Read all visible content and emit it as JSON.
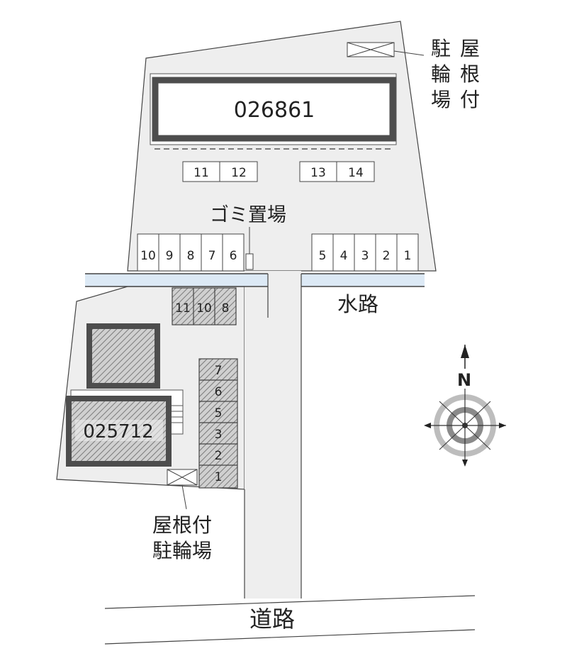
{
  "buildings": {
    "main": "026861",
    "secondary": "025712"
  },
  "labels": {
    "garbage": "ゴミ置場",
    "waterway": "水路",
    "road": "道路",
    "bike_shelter_top": [
      "駐",
      "輪",
      "場",
      "屋",
      "根",
      "付"
    ],
    "bike_shelter_bottom_line1": "屋根付",
    "bike_shelter_bottom_line2": "駐輪場",
    "north": "N"
  },
  "parking": {
    "row_a": [
      "11",
      "12"
    ],
    "row_b": [
      "13",
      "14"
    ],
    "row_left": [
      "10",
      "9",
      "8",
      "7",
      "6"
    ],
    "row_right": [
      "5",
      "4",
      "3",
      "2",
      "1"
    ],
    "hatched_top": [
      "11",
      "10",
      "8"
    ],
    "column": [
      "7",
      "6",
      "5",
      "3",
      "2",
      "1"
    ]
  },
  "colors": {
    "lot": "#eeeeee",
    "building_frame": "#555555",
    "waterway": "#dce9f5",
    "hatch": "#9a9a9a"
  }
}
